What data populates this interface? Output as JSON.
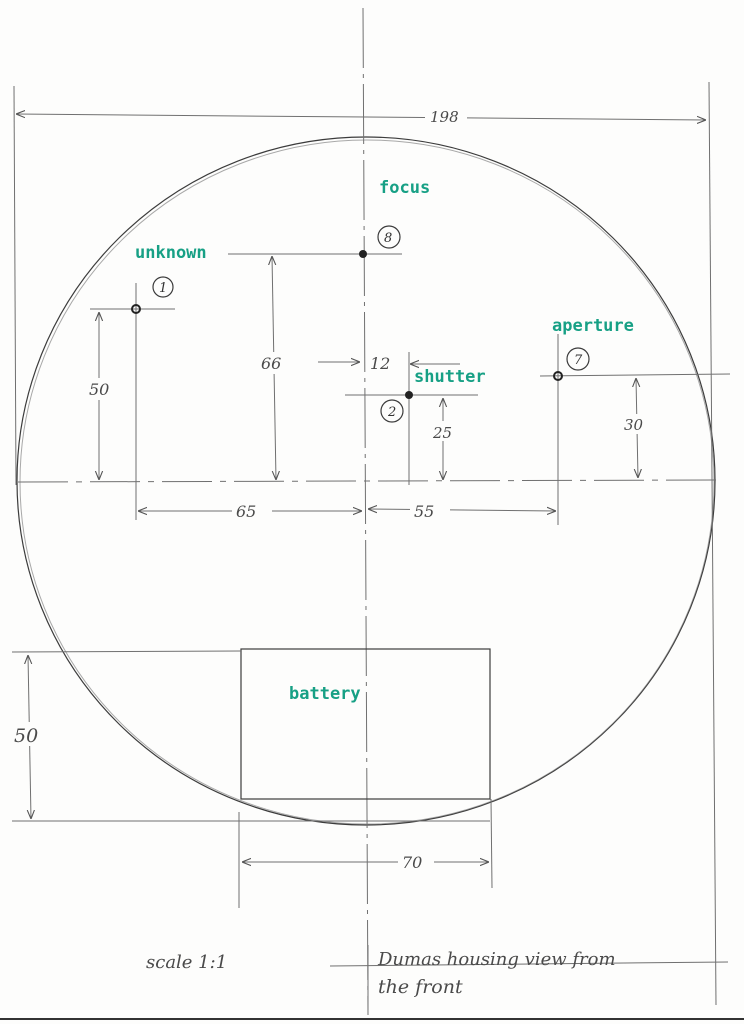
{
  "dimensions": {
    "width_198": "198",
    "v_50_left": "50",
    "v_66": "66",
    "h_12": "12",
    "v_25": "25",
    "v_30_right": "30",
    "h_65": "65",
    "h_55": "55",
    "v_50_battery": "50",
    "h_70": "70"
  },
  "labels": {
    "focus": "focus",
    "unknown": "unknown",
    "aperture": "aperture",
    "shutter": "shutter",
    "battery": "battery"
  },
  "markers": {
    "m1": "1",
    "m2": "2",
    "m7": "7",
    "m8": "8"
  },
  "caption": {
    "scale": "scale 1:1",
    "title_line1": "Dumas housing view from",
    "title_line2": "the front"
  },
  "colors": {
    "label": "#17a085",
    "pencil": "#6b6b6b"
  }
}
